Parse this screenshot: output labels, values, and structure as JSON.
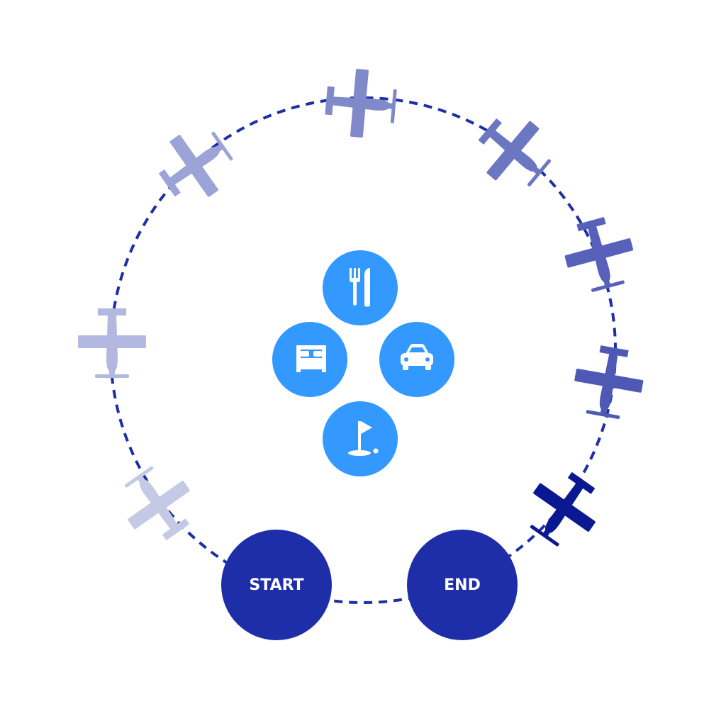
{
  "diagram": {
    "start_label": "START",
    "end_label": "END",
    "colors": {
      "loop_path": "#1d2ea8",
      "node_fill": "#1e2ea9",
      "service_fill": "#3399ff",
      "service_icon": "#ffffff",
      "plane_gradient": [
        "#c4c9e6",
        "#b2b8df",
        "#9ca4d7",
        "#8089c9",
        "#6c77c2",
        "#5761b9",
        "#4e59b6",
        "#0a1892"
      ]
    },
    "services": [
      {
        "name": "dining",
        "icon": "fork-knife-icon"
      },
      {
        "name": "lodging",
        "icon": "bed-icon"
      },
      {
        "name": "car-rental",
        "icon": "car-icon"
      },
      {
        "name": "golf",
        "icon": "golf-flag-icon"
      }
    ],
    "planes": [
      {
        "icon": "airplane-icon",
        "stage": 1
      },
      {
        "icon": "airplane-icon",
        "stage": 2
      },
      {
        "icon": "airplane-icon",
        "stage": 3
      },
      {
        "icon": "airplane-icon",
        "stage": 4
      },
      {
        "icon": "airplane-icon",
        "stage": 5
      },
      {
        "icon": "airplane-icon",
        "stage": 6
      },
      {
        "icon": "airplane-icon",
        "stage": 7
      },
      {
        "icon": "airplane-icon",
        "stage": 8
      }
    ]
  }
}
